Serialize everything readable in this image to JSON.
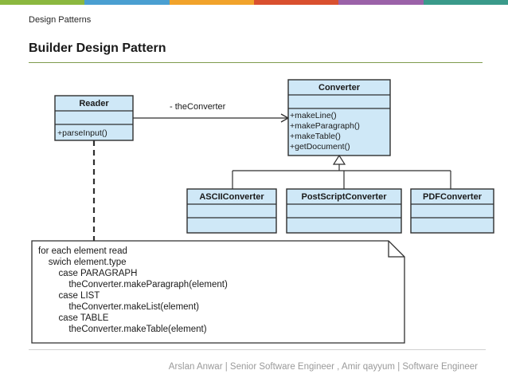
{
  "slide": {
    "kicker": "Design Patterns",
    "title": "Builder Design Pattern",
    "footer": "Arslan Anwar | Senior Software Engineer , Amir qayyum | Software Engineer",
    "accent_colors": [
      "#8bb83f",
      "#4a9fd1",
      "#f1a32b",
      "#d9502f",
      "#9b62a8",
      "#3a9a8a"
    ],
    "rule_color": "#7e9b4e"
  },
  "diagram": {
    "reader": {
      "name": "Reader",
      "method": "+parseInput()"
    },
    "association_label": "- theConverter",
    "converter": {
      "name": "Converter",
      "methods": [
        "+makeLine()",
        "+makeParagraph()",
        "+makeTable()",
        "+getDocument()"
      ]
    },
    "subclasses": [
      "ASCIIConverter",
      "PostScriptConverter",
      "PDFConverter"
    ],
    "note_lines": [
      "for each element read",
      "    swich element.type",
      "        case PARAGRAPH",
      "            theConverter.makeParagraph(element)",
      "        case LIST",
      "            theConverter.makeList(element)",
      "        case TABLE",
      "            theConverter.makeTable(element)"
    ],
    "class_fill": "#cfe8f7",
    "class_stroke": "#2f2f2f"
  }
}
